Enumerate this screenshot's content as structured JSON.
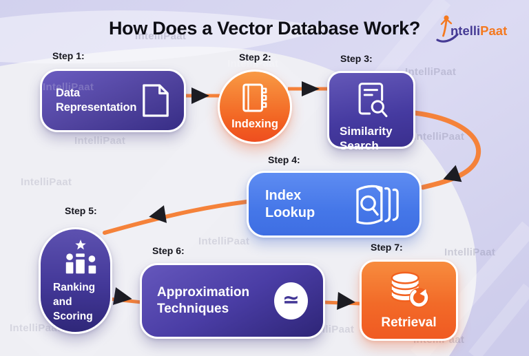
{
  "title": "How Does a Vector Database Work?",
  "logo": {
    "brand_intelli": "ntelli",
    "brand_paat": "Paat"
  },
  "watermark_text": "IntelliPaat",
  "steps": [
    {
      "label": "Step 1:",
      "title": "Data Representation",
      "icon": "document-icon",
      "shape": "rounded-rect",
      "color": "purple"
    },
    {
      "label": "Step 2:",
      "title": "Indexing",
      "icon": "index-binder-icon",
      "shape": "circle",
      "color": "orange"
    },
    {
      "label": "Step 3:",
      "title": "Similarity Search",
      "icon": "document-search-icon",
      "shape": "rounded-rect",
      "color": "purple"
    },
    {
      "label": "Step 4:",
      "title": "Index Lookup",
      "icon": "book-search-icon",
      "shape": "rounded-rect",
      "color": "blue"
    },
    {
      "label": "Step 5:",
      "title": "Ranking and Scoring",
      "icon": "ranking-podium-icon",
      "shape": "capsule",
      "color": "purple"
    },
    {
      "label": "Step 6:",
      "title": "Approximation Techniques",
      "icon": "approximately-equal-icon",
      "shape": "rounded-rect",
      "color": "purple"
    },
    {
      "label": "Step 7:",
      "title": "Retrieval",
      "icon": "database-refresh-icon",
      "shape": "rounded-rect",
      "color": "orange"
    }
  ],
  "approx_symbol": "≃",
  "colors": {
    "background": "#EFEFF4",
    "lavender_band": "#D5D4EF",
    "purple_gradient_from": "#6A5CC0",
    "purple_gradient_to": "#372D86",
    "blue_gradient_from": "#5E8CF2",
    "blue_gradient_to": "#3E6EE3",
    "orange_gradient_from": "#F89A44",
    "orange_gradient_to": "#EE4E1F",
    "connector_orange": "#F5823A",
    "arrowhead_black": "#1C1C22",
    "logo_purple": "#463B95",
    "logo_orange": "#F47920",
    "title_text": "#0E0E15",
    "node_text": "#FFFFFF"
  }
}
